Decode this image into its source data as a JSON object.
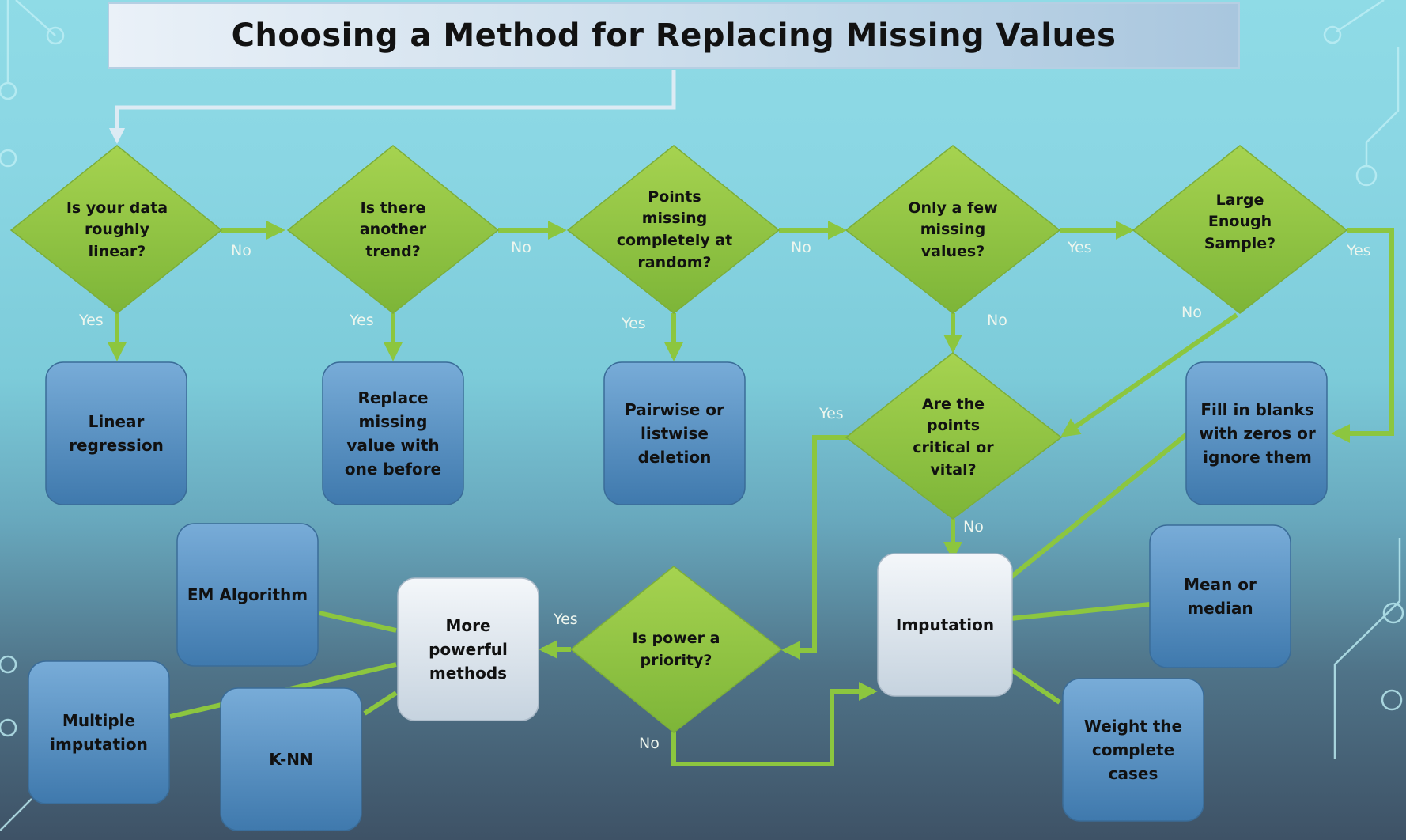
{
  "title": "Choosing a Method for Replacing Missing Values",
  "nodes": {
    "q_linear": "Is your data roughly linear?",
    "q_trend": "Is there another trend?",
    "q_random": "Points missing completely at random?",
    "q_few": "Only a few missing values?",
    "q_sample": "Large Enough Sample?",
    "q_critical": "Are the points critical or vital?",
    "q_power": "Is power a priority?",
    "r_linear": "Linear regression",
    "r_replace": "Replace missing value with one before",
    "r_pairwise": "Pairwise or listwise deletion",
    "r_fill": "Fill in blanks with zeros or ignore them",
    "r_em": "EM Algorithm",
    "r_powerful": "More powerful methods",
    "r_multiple": "Multiple imputation",
    "r_knn": "K-NN",
    "r_imputation": "Imputation",
    "r_mean": "Mean or median",
    "r_weight": "Weight the complete cases"
  },
  "edge_labels": {
    "yes": "Yes",
    "no": "No"
  },
  "colors": {
    "diamond": "#8cc63f",
    "box_blue": "#4a8fc4",
    "box_light": "#d4e0ea",
    "arrow": "#8cc63f",
    "title_connector": "#dcebf4"
  }
}
